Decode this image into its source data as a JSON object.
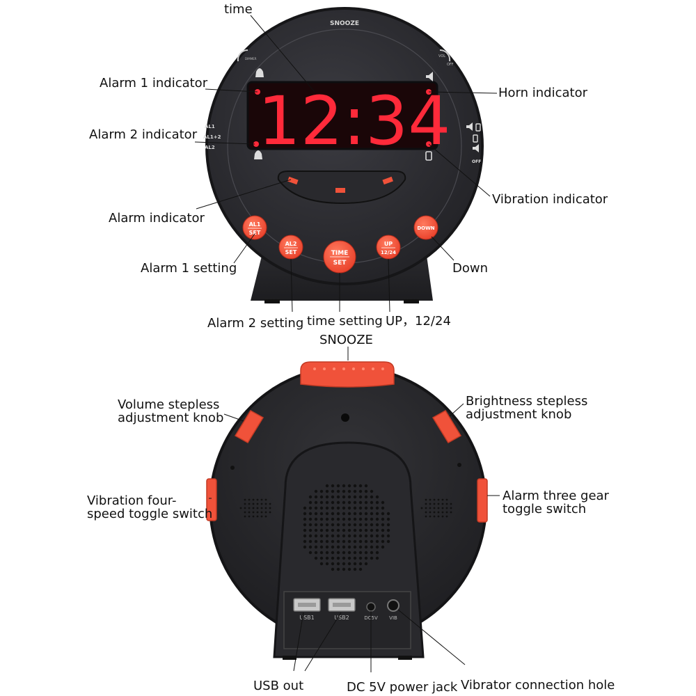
{
  "display": {
    "time": "12:34"
  },
  "clock_face": {
    "snooze_text": "SNOOZE",
    "dimmer_text": "DIMMER",
    "vol_text": "VOL",
    "off_text": "OFF",
    "mode_labels": [
      "AL1",
      "AL1+2",
      "AL2"
    ],
    "switch_off_text": "OFF"
  },
  "buttons": [
    {
      "id": "al1-set",
      "top": "AL1",
      "bottom": "SET"
    },
    {
      "id": "al2-set",
      "top": "AL2",
      "bottom": "SET"
    },
    {
      "id": "time-set",
      "top": "TIME",
      "bottom": "SET"
    },
    {
      "id": "up",
      "top": "UP",
      "bottom": "12/24"
    },
    {
      "id": "down",
      "top": "DOWN",
      "bottom": ""
    }
  ],
  "ports": {
    "usb1": "USB1",
    "usb2": "USB2",
    "dc": "DC5V",
    "vib": "VIB"
  },
  "labels": {
    "time": "time",
    "alarm1_indicator": "Alarm 1 indicator",
    "alarm2_indicator": "Alarm 2 indicator",
    "alarm_indicator": "Alarm indicator",
    "alarm1_setting": "Alarm 1 setting",
    "alarm2_setting": "Alarm 2 setting",
    "time_setting": "time setting",
    "up_12_24": "UP，12/24",
    "down": "Down",
    "horn_indicator": "Horn indicator",
    "vibration_indicator": "Vibration indicator",
    "snooze": "SNOOZE",
    "volume_knob": "Volume stepless\nadjustment knob",
    "brightness_knob": "Brightness stepless\nadjustment knob",
    "vibration_switch": "Vibration four-\nspeed toggle switch",
    "alarm_switch": "Alarm three gear\ntoggle switch",
    "usb_out": "USB  out",
    "dc_jack": "DC 5V power jack",
    "vibrator_hole": "Vibrator connection hole"
  },
  "colors": {
    "body": "#2b2b30",
    "accent": "#f0523a",
    "led": "#ff2a3a",
    "display_bg": "#1a0608"
  }
}
